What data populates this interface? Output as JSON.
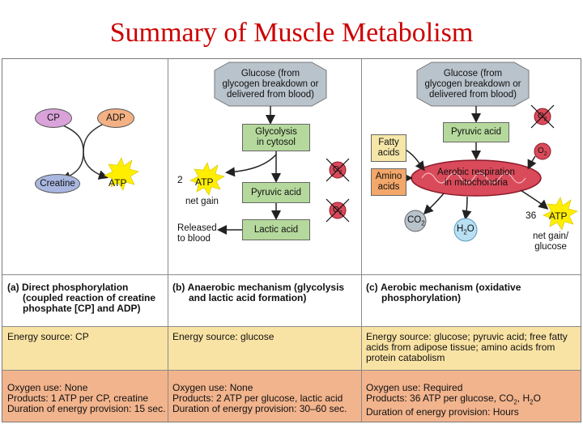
{
  "slide": {
    "title": "Summary of Muscle Metabolism"
  },
  "panel_a": {
    "cp": "CP",
    "adp": "ADP",
    "creatine": "Creatine",
    "atp": "ATP",
    "caption_label": "(a)",
    "caption_line1": "Direct phosphorylation",
    "caption_line2": "(coupled reaction of creatine",
    "caption_line3": "phosphate [CP] and ADP)",
    "energy": "Energy source: CP",
    "oxygen": "Oxygen use: None",
    "products": "Products: 1 ATP per CP, creatine",
    "duration": "Duration of energy provision: 15 sec."
  },
  "panel_b": {
    "glucose_line1": "Glucose (from",
    "glucose_line2": "glycogen breakdown or",
    "glucose_line3": "delivered from blood)",
    "glycolysis_line1": "Glycolysis",
    "glycolysis_line2": "in cytosol",
    "atp_count": "2",
    "atp": "ATP",
    "net_gain": "net gain",
    "pyruvic": "Pyruvic acid",
    "released_line1": "Released",
    "released_line2": "to blood",
    "lactic": "Lactic acid",
    "o2": "O",
    "o2_sub": "2",
    "caption_label": "(b)",
    "caption_line1": "Anaerobic mechanism (glycolysis",
    "caption_line2": "and lactic acid formation)",
    "energy": "Energy source: glucose",
    "oxygen": "Oxygen use: None",
    "products": "Products: 2 ATP per glucose, lactic acid",
    "duration": "Duration of energy provision: 30–60 sec."
  },
  "panel_c": {
    "glucose_line1": "Glucose (from",
    "glucose_line2": "glycogen breakdown or",
    "glucose_line3": "delivered from blood)",
    "pyruvic": "Pyruvic acid",
    "fatty_line1": "Fatty",
    "fatty_line2": "acids",
    "amino_line1": "Amino",
    "amino_line2": "acids",
    "aerobic_line1": "Aerobic respiration",
    "aerobic_line2": "in mitochondria",
    "co2": "CO",
    "co2_sub": "2",
    "h2o": "H",
    "h2o_sub": "2",
    "h2o_o": "O",
    "o2": "O",
    "o2_sub": "2",
    "atp_count": "36",
    "atp": "ATP",
    "net_gain_line1": "net gain/",
    "net_gain_line2": "glucose",
    "caption_label": "(c)",
    "caption_line1": "Aerobic mechanism (oxidative",
    "caption_line2": "phosphorylation)",
    "energy_line1": "Energy source: glucose; pyruvic acid; free fatty",
    "energy_line2": "acids from adipose tissue; amino acids from",
    "energy_line3": "protein catabolism",
    "oxygen": "Oxygen use: Required",
    "products_pre": "Products: 36 ATP per glucose, CO",
    "products_sub1": "2",
    "products_mid": ", H",
    "products_sub2": "2",
    "products_post": "O",
    "duration": "Duration of energy provision: Hours"
  },
  "colors": {
    "title": "#cc0000",
    "cp_oval": "#d9a3d9",
    "adp_oval": "#f4b183",
    "creatine_oval": "#a9b7e0",
    "atp_star": "#ffee00",
    "gray_box": "#b9c3cc",
    "green_box": "#b5d99c",
    "mito": "#d94a5a",
    "fatty_box": "#f6e7a8",
    "amino_box": "#f3a76a",
    "energy_band": "#f9e3a4",
    "oxygen_band": "#f2b48d"
  }
}
